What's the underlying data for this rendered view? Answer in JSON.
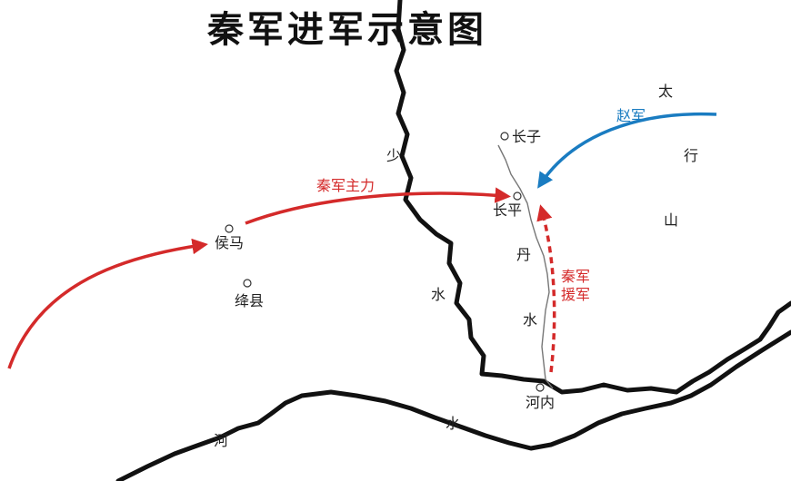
{
  "title": "秦军进军示意图",
  "colors": {
    "qin": "#d42a2a",
    "zhao": "#1a7cc1",
    "river": "#111111",
    "dan_river": "#777777"
  },
  "cities": {
    "changzi": "长子",
    "changping": "长平",
    "houma": "侯马",
    "jiangxian": "绛县",
    "henei": "河内"
  },
  "geography": {
    "shao": "少",
    "shao_shui": "水",
    "tai": "太",
    "hang": "行",
    "shan": "山",
    "dan": "丹",
    "dan_shui": "水",
    "he": "河",
    "he_shui": "水"
  },
  "armies": {
    "qin_main": "秦军主力",
    "zhao": "赵军",
    "qin_reinforce_1": "秦军",
    "qin_reinforce_2": "援军"
  }
}
